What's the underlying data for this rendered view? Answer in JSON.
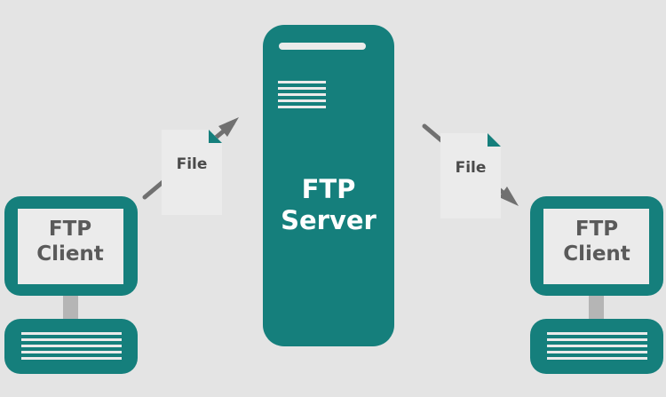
{
  "server": {
    "label_line1": "FTP",
    "label_line2": "Server"
  },
  "clients": [
    {
      "label_line1": "FTP",
      "label_line2": "Client"
    },
    {
      "label_line1": "FTP",
      "label_line2": "Client"
    }
  ],
  "files": [
    {
      "label": "File"
    },
    {
      "label": "File"
    }
  ],
  "colors": {
    "background": "#e4e4e4",
    "teal": "#157f7c",
    "light": "#ebebeb",
    "stand": "#b5b5b5",
    "arrow": "#707070"
  }
}
